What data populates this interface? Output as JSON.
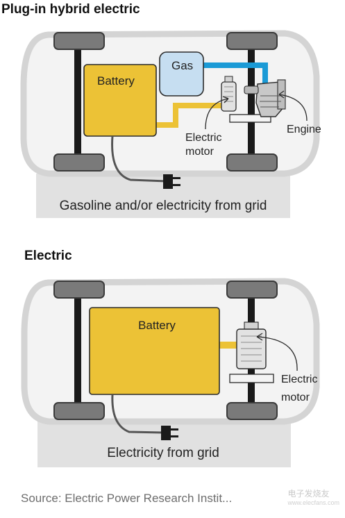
{
  "plugin_hybrid": {
    "title": "Plug-in hybrid electric",
    "labels": {
      "battery": "Battery",
      "gas": "Gas",
      "electric_motor_line1": "Electric",
      "electric_motor_line2": "motor",
      "engine": "Engine"
    },
    "caption": "Gasoline and/or electricity from grid"
  },
  "electric": {
    "title": "Electric",
    "labels": {
      "battery": "Battery",
      "electric_motor_line1": "Electric",
      "electric_motor_line2": "motor"
    },
    "caption": "Electricity from grid"
  },
  "source": "Source: Electric Power Research Instit...",
  "watermark": {
    "line1": "电子发烧友",
    "line2": "www.elecfans.com"
  },
  "colors": {
    "battery": "#ecc236",
    "gas_tank": "#c6def1",
    "fuel_line": "#1a9ad6",
    "wire": "#ecc236",
    "ground": "#e1e1e1",
    "wheel": "#7a7a7a",
    "car_body": "#f3f3f3"
  }
}
